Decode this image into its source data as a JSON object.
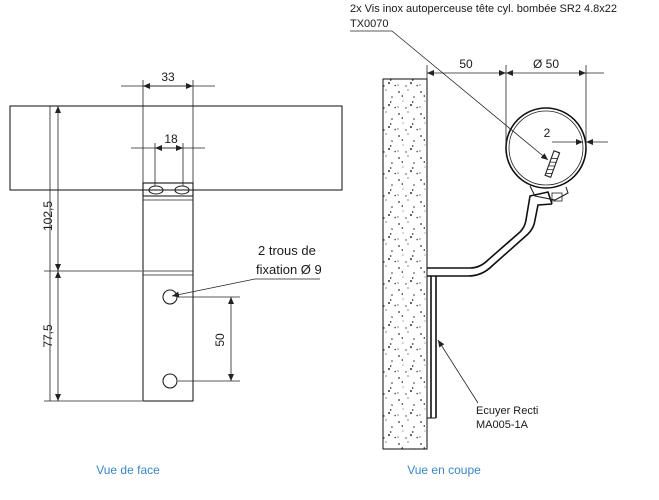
{
  "front_view": {
    "caption": "Vue de face",
    "dim_width_outer": "33",
    "dim_width_inner": "18",
    "dim_height_top": "102,5",
    "dim_height_bottom": "77,5",
    "dim_hole_spacing": "50",
    "note_holes_line1": "2 trous de",
    "note_holes_line2": "fixation Ø 9"
  },
  "section_view": {
    "caption": "Vue en coupe",
    "dim_offset": "50",
    "dim_diameter": "Ø 50",
    "dim_gap": "2",
    "note_screws_line1": "2x Vis inox autoperceuse tête cyl. bombée SR2 4.8x22",
    "note_screws_line2": "TX0070",
    "note_bracket_line1": "Ecuyer Recti",
    "note_bracket_line2": "MA005-1A"
  },
  "colors": {
    "caption": "#3a86c8",
    "line": "#222222"
  }
}
